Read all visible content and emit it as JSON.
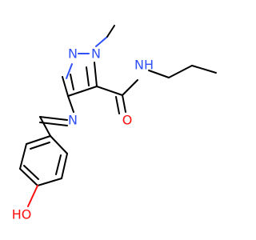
{
  "molecule": {
    "atoms": {
      "n1": "N",
      "n2": "N",
      "n_imine": "N",
      "nh_amide": "NH",
      "o_carbonyl": "O",
      "hydroxyl": "HO"
    },
    "colors": {
      "carbon_bond": "#000000",
      "nitrogen": "#3050f8",
      "oxygen": "#ff0d0d"
    }
  }
}
